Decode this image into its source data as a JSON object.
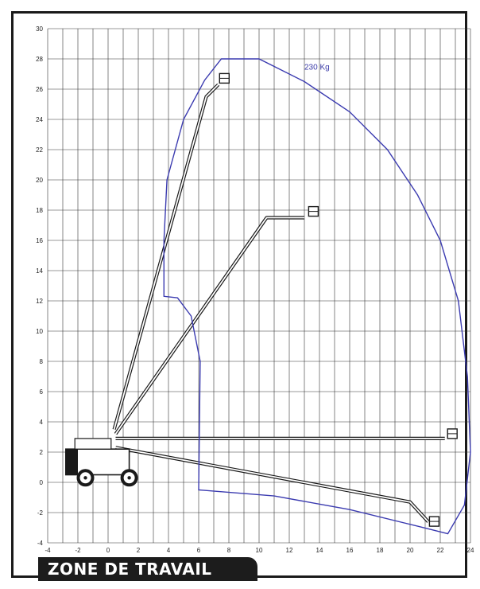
{
  "title": "ZONE DE TRAVAIL",
  "load_label": "230 Kg",
  "colors": {
    "envelope": "#3b3bb0",
    "grid": "#333333",
    "machine": "#1a1a1a",
    "title_bg": "#1c1c1c"
  },
  "chart_data": {
    "type": "diagram",
    "xlim": [
      -4,
      24
    ],
    "ylim": [
      -4,
      30
    ],
    "x_ticks": [
      -4,
      -2,
      0,
      2,
      4,
      6,
      8,
      10,
      12,
      14,
      16,
      18,
      20,
      22,
      24
    ],
    "y_ticks": [
      -4,
      -2,
      0,
      2,
      4,
      6,
      8,
      10,
      12,
      14,
      16,
      18,
      20,
      22,
      24,
      26,
      28,
      30
    ],
    "grid": true,
    "envelope": [
      [
        7.5,
        28
      ],
      [
        10,
        28
      ],
      [
        13,
        26.5
      ],
      [
        16,
        24.5
      ],
      [
        18.5,
        22
      ],
      [
        20.5,
        19
      ],
      [
        22,
        16
      ],
      [
        23.2,
        12
      ],
      [
        23.8,
        7
      ],
      [
        24,
        2
      ],
      [
        23.6,
        -1.5
      ],
      [
        22.5,
        -3.4
      ],
      [
        20.5,
        -2.9
      ],
      [
        16,
        -1.8
      ],
      [
        11,
        -0.9
      ],
      [
        6,
        -0.5
      ],
      [
        6.1,
        8
      ],
      [
        5.5,
        11
      ],
      [
        4.6,
        12.2
      ],
      [
        3.7,
        12.3
      ],
      [
        3.7,
        16
      ],
      [
        3.9,
        20
      ],
      [
        5,
        24
      ],
      [
        6.4,
        26.6
      ]
    ],
    "envelope_label_at": [
      13,
      27.3
    ]
  }
}
